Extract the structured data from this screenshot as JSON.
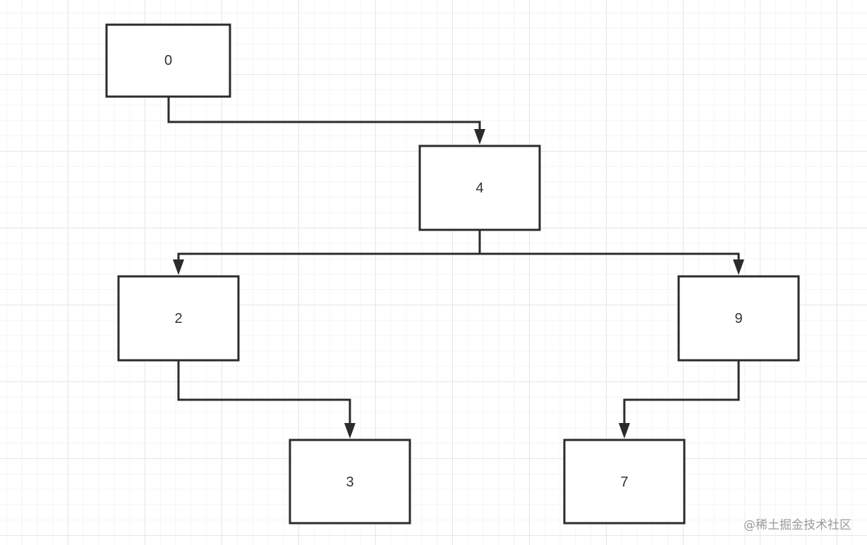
{
  "diagram": {
    "nodes": [
      {
        "id": "n0",
        "label": "0"
      },
      {
        "id": "n4",
        "label": "4"
      },
      {
        "id": "n2",
        "label": "2"
      },
      {
        "id": "n9",
        "label": "9"
      },
      {
        "id": "n3",
        "label": "3"
      },
      {
        "id": "n7",
        "label": "7"
      }
    ],
    "edges": [
      {
        "from": "n0",
        "to": "n4"
      },
      {
        "from": "n4",
        "to": "n2"
      },
      {
        "from": "n4",
        "to": "n9"
      },
      {
        "from": "n2",
        "to": "n3"
      },
      {
        "from": "n9",
        "to": "n7"
      }
    ]
  },
  "watermark": "@稀土掘金技术社区"
}
